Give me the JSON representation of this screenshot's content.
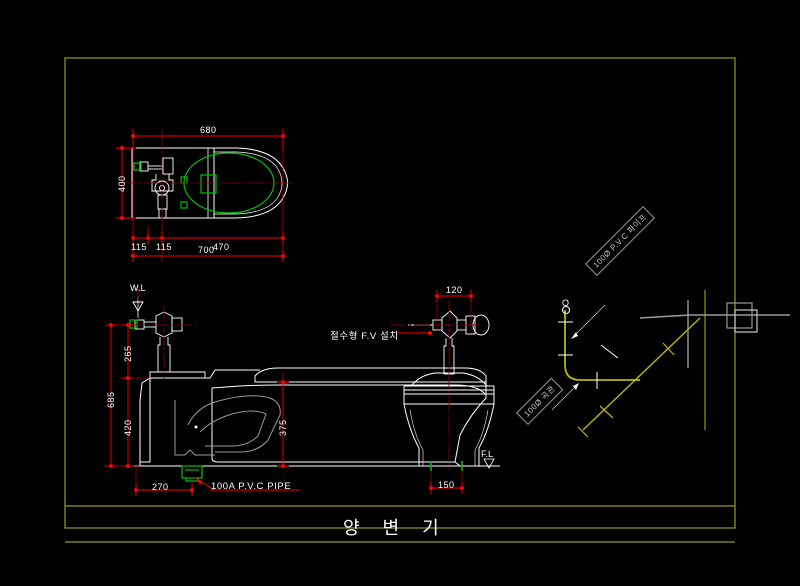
{
  "drawing": {
    "title": "양 변 기",
    "border_color": "#9a9a1e",
    "background_color": "#000000",
    "dimension_color": "#ff0000",
    "object_color": "#ffffff",
    "fitting_color": "#00c000",
    "pipe_color": "#b8b800",
    "gray_color": "#9a9a9a"
  },
  "top_view": {
    "name": "plan-view",
    "dimensions": {
      "overall_width": "680",
      "height": "400",
      "offset_a": "115",
      "offset_b": "115",
      "bowl_length": "470",
      "total_width": "700"
    }
  },
  "side_view": {
    "name": "side-elevation",
    "water_level_label": "W.L",
    "dimensions": {
      "valve_height": "265",
      "total_height": "685",
      "bowl_height": "420",
      "seat_height": "375",
      "floor_offset": "270"
    },
    "pipe_note": "100A  P.V.C  PIPE"
  },
  "front_view": {
    "name": "front-elevation",
    "dimensions": {
      "valve_offset": "120",
      "base_width": "150"
    },
    "floor_level_label": "F.L",
    "valve_note": "절수형  F.V  설치"
  },
  "piping_detail": {
    "name": "piping-isometric",
    "labels": {
      "pvc_pipe": "100Ø  P.V.C  파이프",
      "elbow": "100Ø  곡관"
    },
    "outlet_marker": "O"
  }
}
